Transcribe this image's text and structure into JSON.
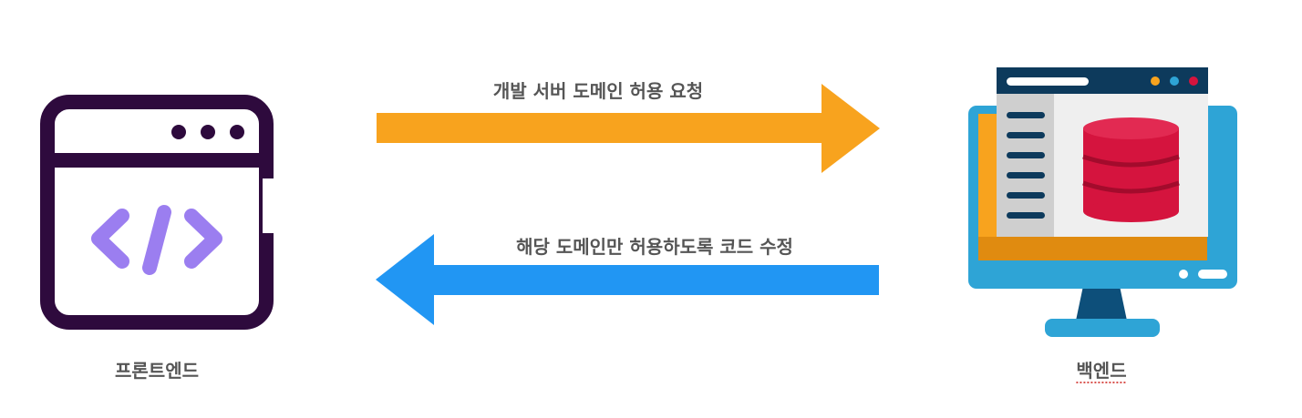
{
  "request_arrow": {
    "label": "개발 서버 도메인 허용 요청",
    "color": "#f8a31e"
  },
  "response_arrow": {
    "label": "해당 도메인만 허용하도록 코드 수정",
    "color": "#2196f3"
  },
  "frontend": {
    "label": "프론트엔드",
    "icon": "code-window-icon"
  },
  "backend": {
    "label": "백엔드",
    "icon": "database-monitor-icon"
  }
}
